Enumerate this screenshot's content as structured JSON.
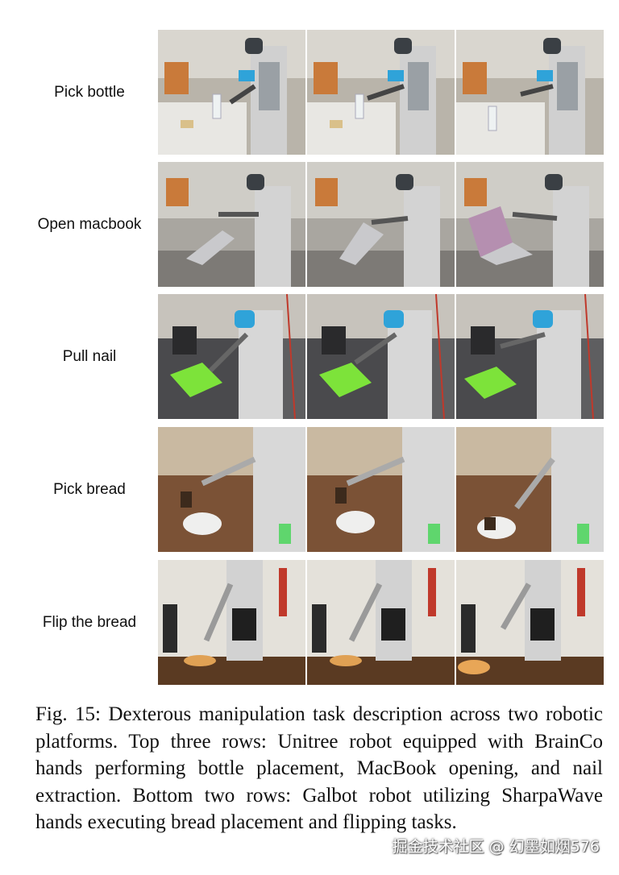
{
  "rows": [
    {
      "label": "Pick bottle"
    },
    {
      "label": "Open macbook"
    },
    {
      "label": "Pull nail"
    },
    {
      "label": "Pick bread"
    },
    {
      "label": "Flip the bread"
    }
  ],
  "caption": "Fig. 15: Dexterous manipulation task description across two robotic platforms. Top three rows: Unitree robot equipped with BrainCo hands performing bottle placement, MacBook opening, and nail extraction. Bottom two rows: Galbot robot utilizing SharpaWave hands executing bread placement and flipping tasks.",
  "watermark": "掘金技术社区 @ 幻墨如烟576"
}
